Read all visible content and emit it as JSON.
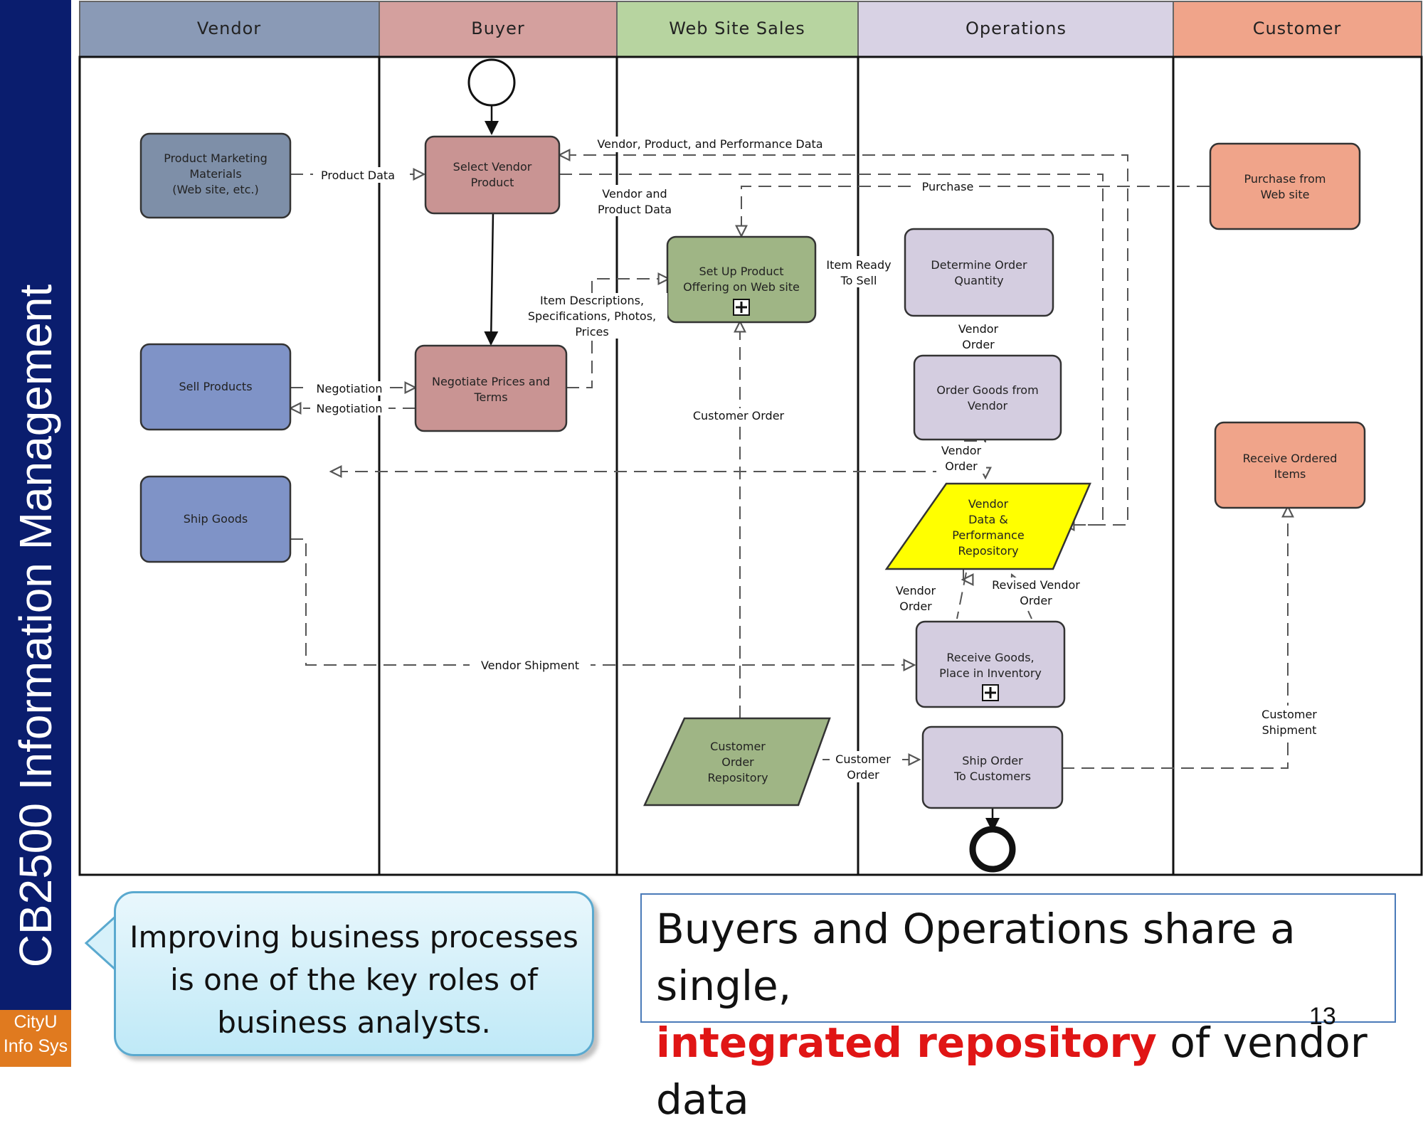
{
  "sidebar": {
    "course_title": "CB2500 Information Management",
    "logo_line1": "CityU",
    "logo_line2": "Info Sys"
  },
  "lanes": [
    "Vendor",
    "Buyer",
    "Web Site Sales",
    "Operations",
    "Customer"
  ],
  "colors": {
    "vendor_header": "#8a9ab6",
    "buyer_header": "#d4a09e",
    "websales_header": "#b7d4a0",
    "operations_header": "#d8d2e4",
    "customer_header": "#f0a48a",
    "repository_yellow": "#ffff00",
    "highlight_red": "#e01515"
  },
  "tasks": {
    "product_marketing": [
      "Product Marketing",
      "Materials",
      "(Web site, etc.)"
    ],
    "sell_products": [
      "Sell Products"
    ],
    "ship_goods": [
      "Ship Goods"
    ],
    "select_vendor_product": [
      "Select Vendor",
      "Product"
    ],
    "negotiate_prices": [
      "Negotiate Prices and",
      "Terms"
    ],
    "setup_offering": [
      "Set  Up Product",
      "Offering on Web site"
    ],
    "customer_order_repo": [
      "Customer",
      "Order",
      "Repository"
    ],
    "determine_quantity": [
      "Determine Order",
      "Quantity"
    ],
    "order_goods": [
      "Order Goods from",
      "Vendor"
    ],
    "vendor_repository": [
      "Vendor",
      "Data &",
      "Performance",
      "Repository"
    ],
    "receive_goods": [
      "Receive Goods,",
      "Place in Inventory"
    ],
    "ship_order": [
      "Ship Order",
      "To Customers"
    ],
    "purchase_web": [
      "Purchase from",
      "Web site"
    ],
    "receive_items": [
      "Receive Ordered",
      "Items"
    ]
  },
  "flow_labels": {
    "product_data": [
      "Product Data"
    ],
    "vendor_product_perf": [
      "Vendor, Product, and Performance Data"
    ],
    "vendor_product_data": [
      "Vendor and",
      "Product Data"
    ],
    "purchase": [
      "Purchase"
    ],
    "item_ready": [
      "Item Ready",
      "To Sell"
    ],
    "item_descriptions": [
      "Item Descriptions,",
      "Specifications, Photos,",
      "Prices"
    ],
    "negotiation_1": [
      "Negotiation"
    ],
    "negotiation_2": [
      "Negotiation"
    ],
    "vendor_order_1": [
      "Vendor",
      "Order"
    ],
    "vendor_order_2": [
      "Vendor",
      "Order"
    ],
    "customer_order": [
      "Customer Order"
    ],
    "vendor_order_3": [
      "Vendor",
      "Order"
    ],
    "revised_vendor_order": [
      "Revised Vendor",
      "Order"
    ],
    "vendor_shipment": [
      "Vendor Shipment"
    ],
    "customer_order_2": [
      "Customer",
      "Order"
    ],
    "customer_shipment": [
      "Customer",
      "Shipment"
    ]
  },
  "callout": {
    "lines": [
      "Improving business processes",
      "is one of the key roles of",
      "business analysts."
    ]
  },
  "key_message": {
    "part1": "Buyers and Operations share a single,",
    "highlight": "integrated repository",
    "part2": " of vendor data"
  },
  "page_number": "13"
}
